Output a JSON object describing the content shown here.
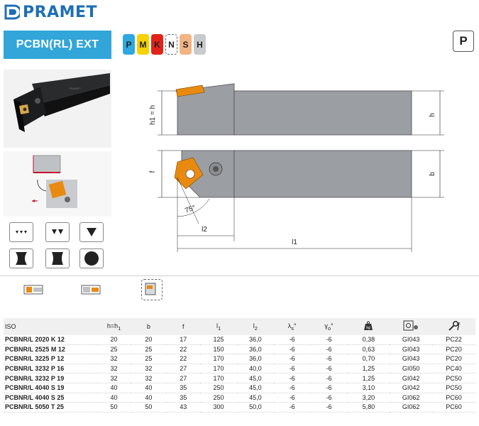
{
  "header": {
    "brand": "PRAMET",
    "title": "PCBN(RL) EXT",
    "category_badge": "P"
  },
  "materials": [
    {
      "letter": "P",
      "color": "#2fa8e0"
    },
    {
      "letter": "M",
      "color": "#f5d200"
    },
    {
      "letter": "K",
      "color": "#e2231a"
    },
    {
      "letter": "N",
      "color": "#ffffff"
    },
    {
      "letter": "S",
      "color": "#f2b483"
    },
    {
      "letter": "H",
      "color": "#c8cacc"
    }
  ],
  "drawing": {
    "labels": {
      "h1_eq_h": "h1 = h",
      "h": "h",
      "f": "f",
      "b": "b",
      "angle": "75°",
      "l2": "l2",
      "l1": "l1"
    },
    "colors": {
      "tool": "#9b9ea2",
      "tool_edge": "#4d4f52",
      "insert": "#e98a10",
      "dimension": "#c8102e"
    }
  },
  "table": {
    "headers": {
      "iso": "ISO",
      "h_main": "h=h",
      "h_sub": "1",
      "b": "b",
      "f": "f",
      "l1_main": "l",
      "l1_sub": "1",
      "l2_main": "l",
      "l2_sub": "2",
      "lambda_main": "λ",
      "lambda_sub": "s",
      "lambda_unit": "°",
      "gamma_main": "γ",
      "gamma_sub": "o",
      "gamma_unit": "°",
      "weight_label": "kg"
    },
    "rows": [
      {
        "iso": "PCBNR/L 2020 K 12",
        "h": "20",
        "b": "20",
        "f": "17",
        "l1": "125",
        "l2": "36,0",
        "ls": "-6",
        "go": "-6",
        "kg": "0,38",
        "insert": "GI043",
        "shim": "PC22"
      },
      {
        "iso": "PCBNR/L 2525 M 12",
        "h": "25",
        "b": "25",
        "f": "22",
        "l1": "150",
        "l2": "36,0",
        "ls": "-6",
        "go": "-6",
        "kg": "0,63",
        "insert": "GI043",
        "shim": "PC20"
      },
      {
        "iso": "PCBNR/L 3225 P 12",
        "h": "32",
        "b": "25",
        "f": "22",
        "l1": "170",
        "l2": "36,0",
        "ls": "-6",
        "go": "-6",
        "kg": "0,70",
        "insert": "GI043",
        "shim": "PC20"
      },
      {
        "iso": "PCBNR/L 3232 P 16",
        "h": "32",
        "b": "32",
        "f": "27",
        "l1": "170",
        "l2": "40,0",
        "ls": "-6",
        "go": "-6",
        "kg": "1,25",
        "insert": "GI050",
        "shim": "PC40"
      },
      {
        "iso": "PCBNR/L 3232 P 19",
        "h": "32",
        "b": "32",
        "f": "27",
        "l1": "170",
        "l2": "45,0",
        "ls": "-6",
        "go": "-6",
        "kg": "1,25",
        "insert": "GI042",
        "shim": "PC50"
      },
      {
        "iso": "PCBNR/L 4040 S 19",
        "h": "40",
        "b": "40",
        "f": "35",
        "l1": "250",
        "l2": "45,0",
        "ls": "-6",
        "go": "-6",
        "kg": "3,10",
        "insert": "GI042",
        "shim": "PC50"
      },
      {
        "iso": "PCBNR/L 4040 S 25",
        "h": "40",
        "b": "40",
        "f": "35",
        "l1": "250",
        "l2": "45,0",
        "ls": "-6",
        "go": "-6",
        "kg": "3,20",
        "insert": "GI062",
        "shim": "PC60"
      },
      {
        "iso": "PCBNR/L 5050 T 25",
        "h": "50",
        "b": "50",
        "f": "43",
        "l1": "300",
        "l2": "50,0",
        "ls": "-6",
        "go": "-6",
        "kg": "5,80",
        "insert": "GI062",
        "shim": "PC60"
      }
    ]
  }
}
